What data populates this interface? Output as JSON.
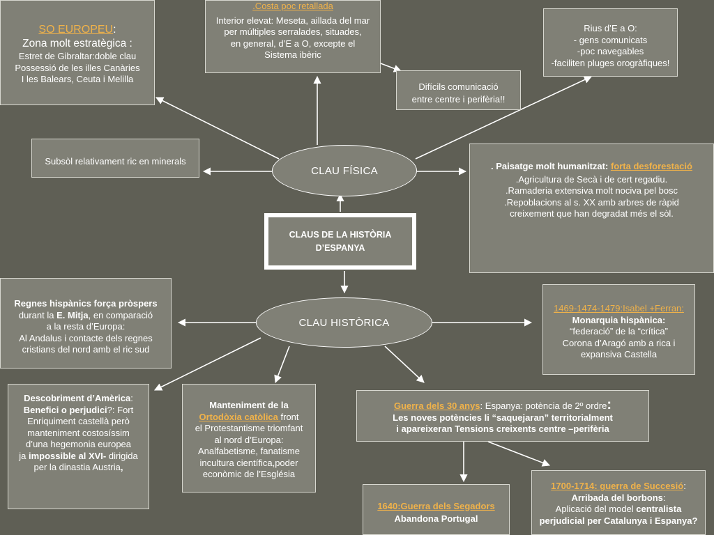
{
  "title": {
    "line1": "CLAUS DE LA HISTÒRIA",
    "line2": "D’ESPANYA"
  },
  "hubs": {
    "fisica": "CLAU FÍSICA",
    "historica": "CLAU HISTÒRICA"
  },
  "europeu": {
    "heading": "SO EUROPEU",
    "heading_suffix": ":",
    "line2": "Zona molt estratègica :",
    "line3": "Estret de Gibraltar:doble clau",
    "line4": "Possessió de les illes Canàries",
    "line5": "I les Balears, Ceuta i Melilla"
  },
  "costa": {
    "heading": ".Costa poc retallada",
    "line2": "Interior elevat: Meseta, aillada del mar",
    "line3": "per múltiples serralades, situades,",
    "line4": "en general, d’E a O, excepte el",
    "line5": "Sistema ibèric"
  },
  "rius": {
    "line1": "Rius d’E a O:",
    "line2": "- gens comunicats",
    "line3": "-poc navegables",
    "line4": "-faciliten pluges orogràfiques!"
  },
  "comunicacio": {
    "line1": "Difícils comunicació",
    "line2": "entre centre i perifèria!!"
  },
  "subsol": {
    "text": "Subsòl relativament ric en minerals"
  },
  "paisatge": {
    "prefix": ". Paisatge molt humanitzat: ",
    "highlight": "forta desforestació",
    "line2": ".Agricultura de Secà i de cert regadiu.",
    "line3": ".Ramaderia extensiva molt nociva pel bosc",
    "line4": ".Repoblacions al s. XX amb arbres de ràpid",
    "line5": "creixement que han degradat més el sòl."
  },
  "regnes": {
    "line1": "Regnes hispànics força pròspers",
    "line2_pre": "durant la ",
    "line2_bold": "E. Mitja",
    "line2_post": ", en comparació",
    "line3": "a la resta d’Europa:",
    "line4": "Al Andalus i contacte dels regnes",
    "line5": "cristians del nord amb el ric sud"
  },
  "reis": {
    "heading": "1469-1474-1479:Isabel +Ferran:",
    "line2": "Monarquia hispànica:",
    "line3": "“federació” de la “crítica”",
    "line4": "Corona d’Aragó amb a rica i",
    "line5": "expansiva Castella"
  },
  "america": {
    "line1_bold": "Descobriment d’Amèrica",
    "line1_post": ":",
    "line2_bold": "Benefici o perjudici",
    "line2_post": "?: Fort",
    "line3": "Enriquiment castellà però",
    "line4": "manteniment costosíssim",
    "line5": "d’una hegemonia europea",
    "line6_pre": "ja ",
    "line6_bold": "impossible al XVI-",
    "line6_post": " dirigida",
    "line7": "per la dinastia Austria",
    "line7_end": ","
  },
  "ortodoxia": {
    "line1": "Manteniment de la",
    "line2_highlight": "Ortodòxia catòlica ",
    "line2_post": "front",
    "line3": "el Protestantisme triomfant",
    "line4": "al nord d’Europa:",
    "line5": "Analfabetisme, fanatisme",
    "line6": "incultura científica,poder",
    "line7": "econòmic de l’Església"
  },
  "guerra30": {
    "highlight": "Guerra dels 30 anys",
    "line1_post": ": Espanya: potència de 2º ordre",
    "line1_end": ":",
    "line2": "Les noves potències li “saquejaran” territorialment",
    "line3": "i apareixeran Tensions creixents centre –perifèria"
  },
  "segadors": {
    "highlight": "1640:Guerra dels Segadors",
    "line2": "Abandona Portugal"
  },
  "successio": {
    "highlight": "1700-1714: guerra de Succesió",
    "line1_post": ":",
    "line2": "Arribada del borbons",
    "line2_post": ":",
    "line3_pre": "Aplicació del model ",
    "line3_bold": "centralista",
    "line4": "perjudicial per Catalunya i Espanya?"
  }
}
